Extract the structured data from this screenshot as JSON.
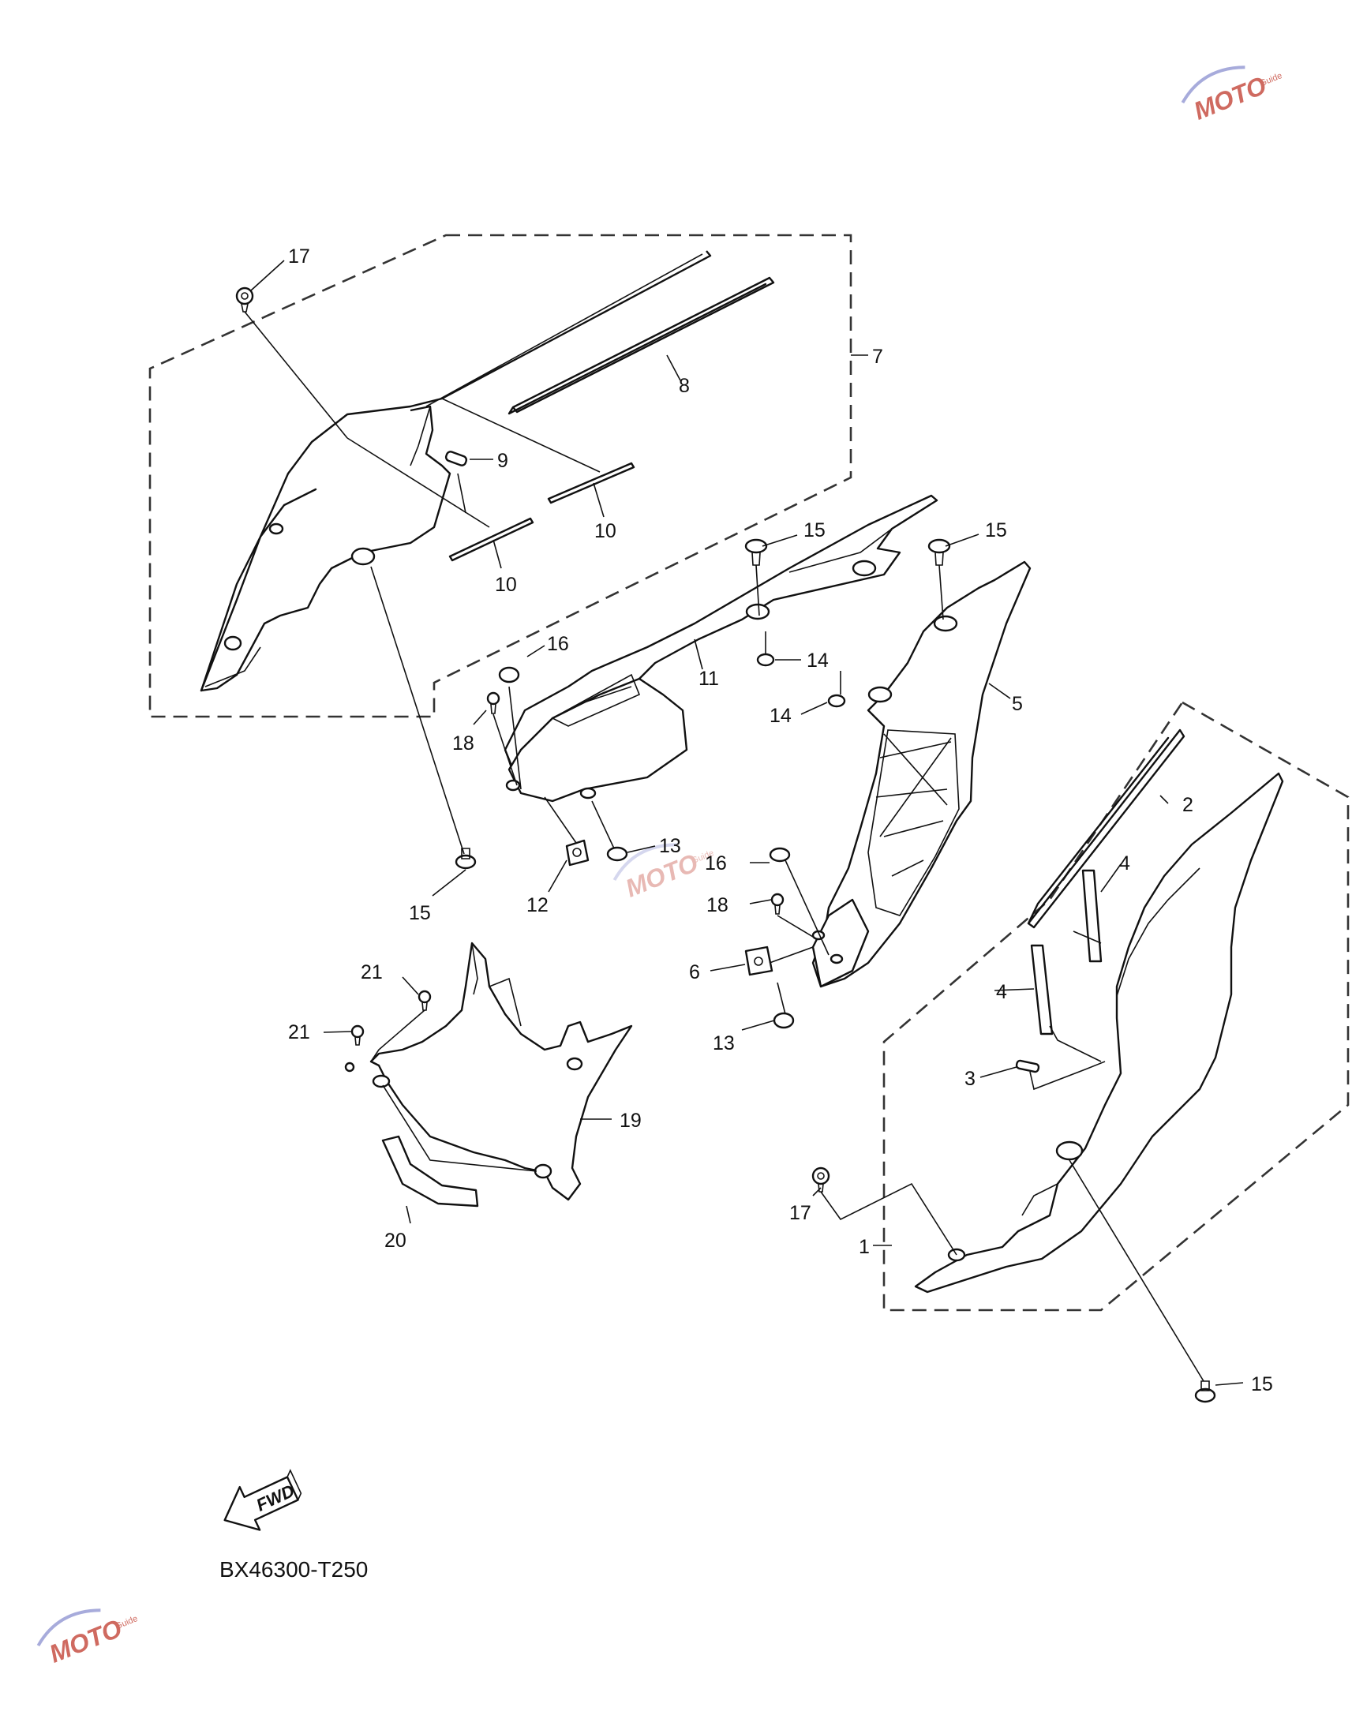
{
  "callouts": {
    "c1": "1",
    "c2": "2",
    "c3": "3",
    "c4a": "4",
    "c4b": "4",
    "c5": "5",
    "c6": "6",
    "c7": "7",
    "c8": "8",
    "c9": "9",
    "c10a": "10",
    "c10b": "10",
    "c11": "11",
    "c12": "12",
    "c13a": "13",
    "c13b": "13",
    "c14a": "14",
    "c14b": "14",
    "c15a": "15",
    "c15b": "15",
    "c15c": "15",
    "c15d": "15",
    "c16a": "16",
    "c16b": "16",
    "c17a": "17",
    "c17b": "17",
    "c18a": "18",
    "c18b": "18",
    "c19": "19",
    "c20": "20",
    "c21a": "21",
    "c21b": "21"
  },
  "fwd_label": "FWD",
  "diagram_code": "BX46300-T250",
  "watermark": {
    "brand": "MOTO",
    "sub": "Guide",
    "color": "#c0392b"
  },
  "icons": [
    "fwd-arrow-icon",
    "motoguide-logo-icon"
  ]
}
